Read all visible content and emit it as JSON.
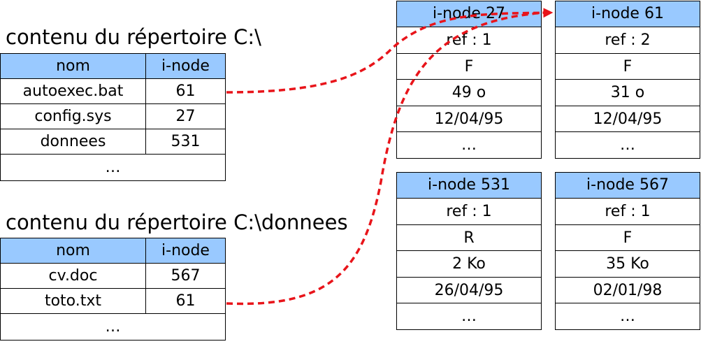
{
  "colors": {
    "header_fill": "#99c9ff",
    "link_color": "#e8141a",
    "border": "#000000"
  },
  "directories": [
    {
      "title": "contenu du répertoire C:\\",
      "col_name": "nom",
      "col_inode": "i-node",
      "rows": [
        {
          "name": "autoexec.bat",
          "inode": "61"
        },
        {
          "name": "config.sys",
          "inode": "27"
        },
        {
          "name": "donnees",
          "inode": "531"
        }
      ],
      "ellipsis": "…"
    },
    {
      "title": "contenu du répertoire C:\\donnees",
      "col_name": "nom",
      "col_inode": "i-node",
      "rows": [
        {
          "name": "cv.doc",
          "inode": "567"
        },
        {
          "name": "toto.txt",
          "inode": "61"
        }
      ],
      "ellipsis": "…"
    }
  ],
  "inodes": [
    {
      "title": "i-node 27",
      "ref": "ref : 1",
      "type": "F",
      "size": "49 o",
      "date": "12/04/95",
      "ellipsis": "…"
    },
    {
      "title": "i-node 61",
      "ref": "ref : 2",
      "type": "F",
      "size": "31 o",
      "date": "12/04/95",
      "ellipsis": "…"
    },
    {
      "title": "i-node 531",
      "ref": "ref : 1",
      "type": "R",
      "size": "2 Ko",
      "date": "26/04/95",
      "ellipsis": "…"
    },
    {
      "title": "i-node 567",
      "ref": "ref : 1",
      "type": "F",
      "size": "35 Ko",
      "date": "02/01/98",
      "ellipsis": "…"
    }
  ]
}
